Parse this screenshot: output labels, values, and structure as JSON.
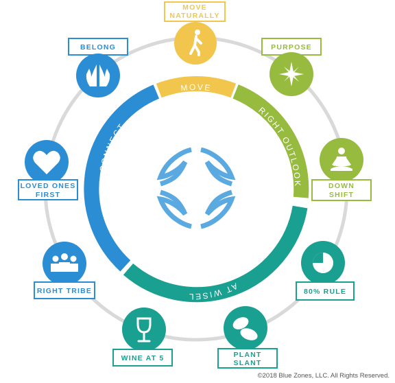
{
  "colors": {
    "yellow": "#f2c64d",
    "green": "#97bb3e",
    "teal": "#1aa091",
    "blue": "#2b8dd3",
    "ring": "#d9d9d9",
    "logo": "#5aa9e0",
    "white": "#ffffff"
  },
  "segments": {
    "move": "MOVE",
    "right_outlook": "RIGHT OUTLOOK",
    "eat_wisely": "EAT WISELY",
    "connect": "CONNECT"
  },
  "nodes": {
    "move_naturally": {
      "line1": "MOVE",
      "line2": "NATURALLY",
      "icon": "walking-person-icon"
    },
    "purpose": {
      "line1": "PURPOSE",
      "icon": "compass-star-icon"
    },
    "down_shift": {
      "line1": "DOWN",
      "line2": "SHIFT",
      "icon": "meditation-icon"
    },
    "rule_80": {
      "line1": "80% RULE",
      "icon": "pie-chart-icon"
    },
    "plant_slant": {
      "line1": "PLANT",
      "line2": "SLANT",
      "icon": "beans-icon"
    },
    "wine_at_5": {
      "line1": "WINE AT 5",
      "icon": "wine-glass-icon"
    },
    "right_tribe": {
      "line1": "RIGHT TRIBE",
      "icon": "group-icon"
    },
    "loved_ones_first": {
      "line1": "LOVED ONES",
      "line2": "FIRST",
      "icon": "heart-icon"
    },
    "belong": {
      "line1": "BELONG",
      "icon": "praying-hands-icon"
    }
  },
  "copyright": "©2018 Blue Zones, LLC. All Rights Reserved."
}
